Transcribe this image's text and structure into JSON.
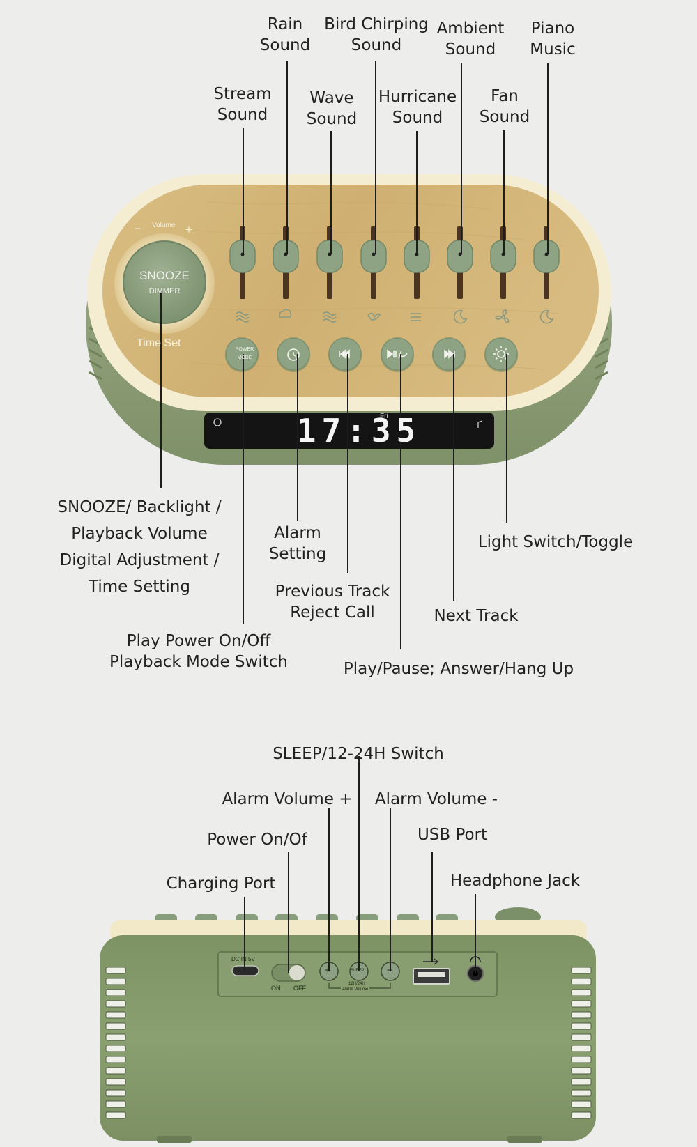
{
  "top_labels": [
    {
      "id": "rain",
      "lines": [
        "Rain",
        "Sound"
      ]
    },
    {
      "id": "bird",
      "lines": [
        "Bird Chirping",
        "Sound"
      ]
    },
    {
      "id": "ambient",
      "lines": [
        "Ambient",
        "Sound"
      ]
    },
    {
      "id": "piano",
      "lines": [
        "Piano",
        "Music"
      ]
    },
    {
      "id": "stream",
      "lines": [
        "Stream",
        "Sound"
      ]
    },
    {
      "id": "wave",
      "lines": [
        "Wave",
        "Sound"
      ]
    },
    {
      "id": "hurricane",
      "lines": [
        "Hurricane",
        "Sound"
      ]
    },
    {
      "id": "fan",
      "lines": [
        "Fan",
        "Sound"
      ]
    }
  ],
  "middle_labels": [
    {
      "id": "snooze",
      "lines": [
        "SNOOZE/ Backlight /",
        "Playback Volume",
        "Digital Adjustment /",
        "Time Setting"
      ]
    },
    {
      "id": "alarm",
      "lines": [
        "Alarm",
        "Setting"
      ]
    },
    {
      "id": "light",
      "lines": [
        "Light Switch/Toggle"
      ]
    },
    {
      "id": "prev",
      "lines": [
        "Previous Track",
        "Reject Call"
      ]
    },
    {
      "id": "next",
      "lines": [
        "Next Track"
      ]
    },
    {
      "id": "power_mode",
      "lines": [
        "Play Power On/Off",
        "Playback Mode Switch"
      ]
    },
    {
      "id": "play_pause",
      "lines": [
        "Play/Pause; Answer/Hang Up"
      ]
    }
  ],
  "bottom_labels": [
    {
      "id": "sleep_switch",
      "lines": [
        "SLEEP/12-24H Switch"
      ]
    },
    {
      "id": "alarm_vol_plus",
      "lines": [
        "Alarm Volume +"
      ]
    },
    {
      "id": "alarm_vol_minus",
      "lines": [
        "Alarm Volume -"
      ]
    },
    {
      "id": "power_onoff",
      "lines": [
        "Power On/Of"
      ]
    },
    {
      "id": "usb",
      "lines": [
        "USB Port"
      ]
    },
    {
      "id": "charging",
      "lines": [
        "Charging Port"
      ]
    },
    {
      "id": "headphone",
      "lines": [
        "Headphone Jack"
      ]
    }
  ],
  "device_front": {
    "volume_label": "Volume",
    "minus_label": "−",
    "plus_label": "+",
    "knob_line1": "SNOOZE",
    "knob_line2": "DIMMER",
    "time_set_label": "Time Set",
    "power_button_line1": "POWER",
    "power_button_line2": "MODE",
    "clock_time": "17:35",
    "clock_day": "Fri",
    "slider_icons": [
      "waves-icon",
      "rain-cloud-icon",
      "wind-waves-icon",
      "bird-icon",
      "hurricane-icon",
      "moon-stars-icon",
      "fan-icon",
      "moon-music-icon"
    ],
    "button_icons": [
      "power-mode-button",
      "alarm-clock-icon",
      "previous-track-icon",
      "play-pause-phone-icon",
      "next-track-icon",
      "sun-light-icon"
    ]
  },
  "device_back": {
    "dc_label": "DC IN 5V",
    "on_label": "ON",
    "off_label": "OFF",
    "plus_label": "+",
    "minus_label": "−",
    "sleep_label": "SLEEP",
    "mode_label": "12H/24H",
    "alarm_volume_label": "Alarm Volume"
  },
  "colors": {
    "body_green": "#8fa07a",
    "button_green": "#8ea383",
    "wood": "#d6b97e",
    "rim": "#f4ecd0",
    "background": "#ededec",
    "display": "#151515"
  }
}
